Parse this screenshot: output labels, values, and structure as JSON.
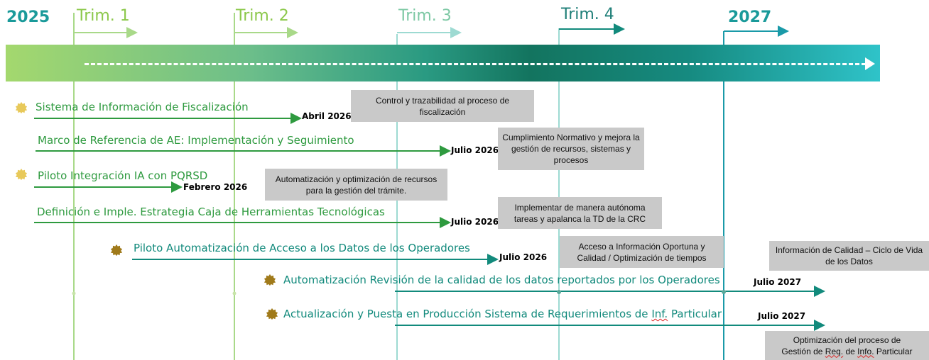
{
  "timeline": {
    "start_year": "2025",
    "end_year": "2027",
    "quarters": [
      "Trim. 1",
      "Trim. 2",
      "Trim. 3",
      "Trim. 4"
    ]
  },
  "colors": {
    "green": "#2e9a3f",
    "teal": "#128a7c",
    "light_green": "#a9d989",
    "light_teal": "#9ddad2",
    "box_bg": "#c9c9c9",
    "gear_light": "#e8c95a",
    "gear_dark": "#a07a1a"
  },
  "tasks": [
    {
      "label": "Sistema de Información de Fiscalización",
      "date": "Abril 2026",
      "icon": "gear-icon"
    },
    {
      "label": "Marco de Referencia de AE: Implementación y Seguimiento",
      "date": "Julio 2026"
    },
    {
      "label": "Piloto Integración IA con  PQRSD",
      "date": "Febrero  2026",
      "icon": "gear-icon"
    },
    {
      "label": "Definición e Imple. Estrategia Caja de Herramientas Tecnológicas",
      "date": "Julio 2026"
    },
    {
      "label": "Piloto Automatización de Acceso a los Datos de los Operadores",
      "date": "Julio 2026",
      "icon": "gear-icon"
    },
    {
      "label": "Automatización Revisión de la calidad de los datos reportados por los Operadores",
      "date": "Julio 2027",
      "icon": "gear-icon"
    },
    {
      "label_main": "Actualización y Puesta en Producción Sistema de Requerimientos de ",
      "label_wavy": "Inf.",
      "label_end": " Particular",
      "date": "Julio 2027",
      "icon": "gear-icon"
    }
  ],
  "notes": [
    {
      "text": "Control y trazabilidad al proceso de fiscalización"
    },
    {
      "text": "Cumplimiento Normativo y mejora la gestión de recursos, sistemas y procesos"
    },
    {
      "text": "Automatización y optimización de recursos para la gestión del trámite."
    },
    {
      "text": "Implementar de manera autónoma tareas y apalanca la TD de la CRC"
    },
    {
      "text": "Acceso a Información Oportuna y Calidad / Optimización de tiempos"
    },
    {
      "text": "Información de Calidad – Ciclo de Vida de los Datos"
    },
    {
      "line1": "Optimización del proceso de",
      "line2_pre": "Gestión de ",
      "line2_wavy": "Req.",
      "line2_mid": " de ",
      "line2_wavy2": "Info.",
      "line2_end": " Particular"
    }
  ]
}
